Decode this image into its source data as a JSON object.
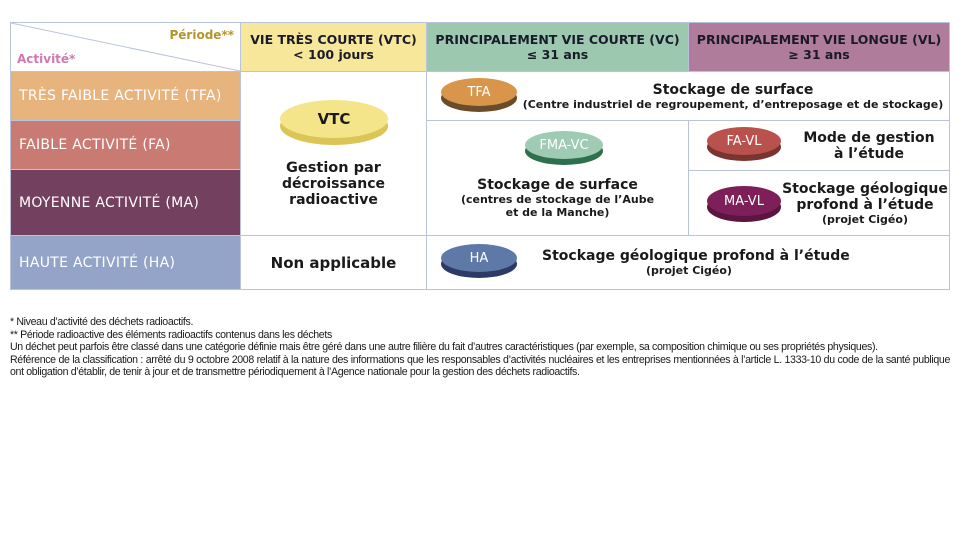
{
  "corner": {
    "period": "Période**",
    "activity": "Activité*"
  },
  "columns": [
    {
      "title": "VIE TRÈS COURTE (VTC)",
      "sub": "< 100 jours",
      "color": "#f7e79a"
    },
    {
      "title": "PRINCIPALEMENT VIE COURTE (VC)",
      "sub": "≤ 31 ans",
      "color": "#9dc8b0"
    },
    {
      "title": "PRINCIPALEMENT VIE LONGUE (VL)",
      "sub": "≥ 31 ans",
      "color": "#b07c9c"
    }
  ],
  "rows": [
    {
      "label": "TRÈS FAIBLE ACTIVITÉ (TFA)",
      "color": "#e8b47e"
    },
    {
      "label": "FAIBLE ACTIVITÉ (FA)",
      "color": "#c97a72"
    },
    {
      "label": "MOYENNE ACTIVITÉ (MA)",
      "color": "#74405f"
    },
    {
      "label": "HAUTE ACTIVITÉ (HA)",
      "color": "#94a3c8"
    }
  ],
  "cells": {
    "vtc": {
      "badge": "VTC",
      "text": [
        "Gestion par",
        "décroissance",
        "radioactive"
      ]
    },
    "ha_vtc": "Non applicable",
    "tfa": {
      "badge": "TFA",
      "title": "Stockage de surface",
      "sub": "(Centre industriel de regroupement, d’entreposage et de stockage)"
    },
    "fmavc": {
      "badge": "FMA-VC",
      "title": "Stockage de surface",
      "sub": [
        "(centres de stockage de l’Aube",
        "et de la Manche)"
      ]
    },
    "favl": {
      "badge": "FA-VL",
      "title": [
        "Mode de gestion",
        "à l’étude"
      ]
    },
    "mavl": {
      "badge": "MA-VL",
      "title": [
        "Stockage géologique",
        "profond à l’étude"
      ],
      "sub": "(projet Cigéo)"
    },
    "ha": {
      "badge": "HA",
      "title": "Stockage géologique profond à l’étude",
      "sub": "(projet Cigéo)"
    }
  },
  "notes": [
    "* Niveau d’activité des déchets radioactifs.",
    "** Période radioactive des éléments radioactifs contenus dans les déchets",
    "Un déchet peut parfois être classé dans une catégorie définie mais être géré dans une autre filière du fait d’autres caractéristiques (par exemple, sa composition chimique ou ses propriétés physiques).",
    "Référence de la classification : arrêté du 9 octobre 2008 relatif à la nature des informations que les responsables d’activités nucléaires et les entreprises mentionnées à l’article L. 1333-10 du code de la santé publique ont obligation d’établir, de tenir à jour et de transmettre périodiquement à l’Agence nationale pour la gestion des déchets radioactifs."
  ]
}
